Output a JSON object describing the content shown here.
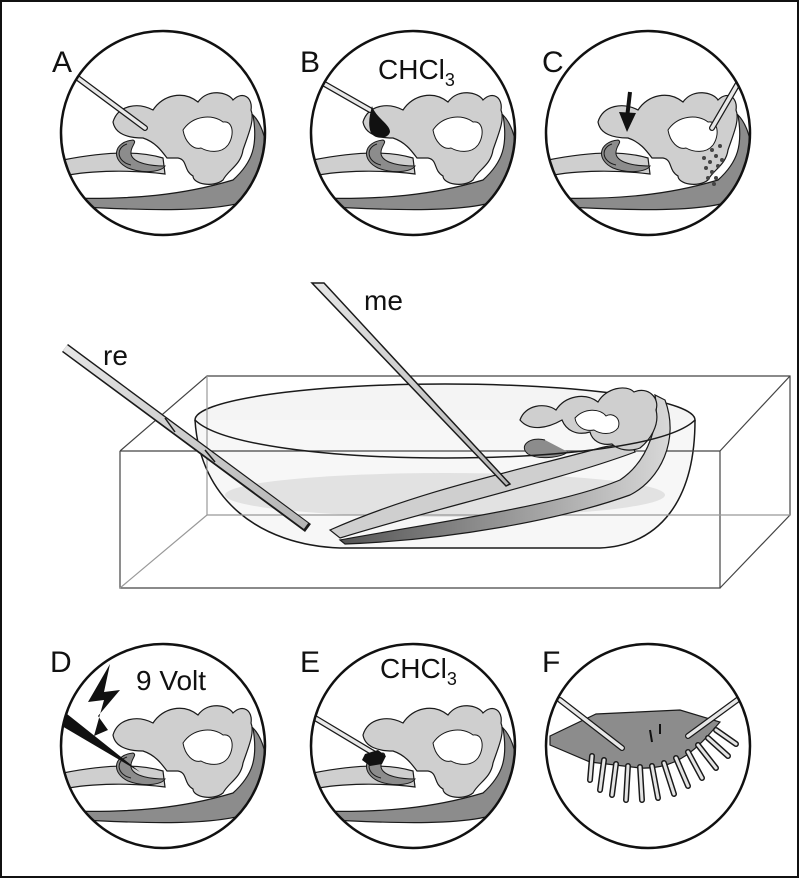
{
  "panels": [
    {
      "id": "A",
      "label": "A"
    },
    {
      "id": "B",
      "label": "B",
      "annotation": "CHCl",
      "annotation_sub": "3"
    },
    {
      "id": "C",
      "label": "C"
    },
    {
      "id": "D",
      "label": "D",
      "annotation": "9 Volt"
    },
    {
      "id": "E",
      "label": "E",
      "annotation": "CHCl",
      "annotation_sub": "3"
    },
    {
      "id": "F",
      "label": "F"
    }
  ],
  "electrodes": {
    "recording": "re",
    "measuring": "me"
  },
  "colors": {
    "tissue_light": "#cfcfcf",
    "tissue_dark": "#8c8c8c",
    "outline": "#1a1a1a",
    "pipette": "#c8c8c8",
    "background": "#ffffff"
  }
}
